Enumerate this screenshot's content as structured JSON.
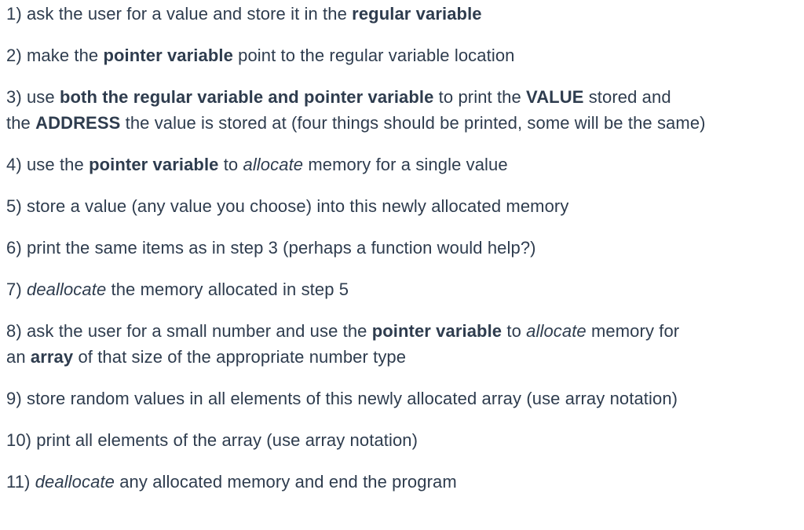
{
  "document": {
    "background_color": "#ffffff",
    "text_color": "#2e3c4e",
    "items": [
      {
        "number": "1",
        "segments": [
          {
            "t": "1) ask the user for a value and store it in the "
          },
          {
            "t": "regular variable",
            "b": true
          }
        ]
      },
      {
        "number": "2",
        "segments": [
          {
            "t": "2) make the "
          },
          {
            "t": "pointer variable",
            "b": true
          },
          {
            "t": " point to the regular variable location"
          }
        ]
      },
      {
        "number": "3",
        "segments": [
          {
            "t": "3) use "
          },
          {
            "t": "both the regular variable and pointer variable",
            "b": true
          },
          {
            "t": " to print the "
          },
          {
            "t": "VALUE",
            "b": true
          },
          {
            "t": " stored and"
          },
          {
            "br": true
          },
          {
            "t": "the "
          },
          {
            "t": "ADDRESS",
            "b": true
          },
          {
            "t": " the value is stored at (four things should be printed, some will be the same)"
          }
        ]
      },
      {
        "number": "4",
        "segments": [
          {
            "t": "4) use the "
          },
          {
            "t": "pointer variable",
            "b": true
          },
          {
            "t": " to "
          },
          {
            "t": "allocate",
            "i": true
          },
          {
            "t": " memory for a single value"
          }
        ]
      },
      {
        "number": "5",
        "segments": [
          {
            "t": "5) store a value (any value you choose) into this newly allocated memory"
          }
        ]
      },
      {
        "number": "6",
        "segments": [
          {
            "t": "6) print the same items as in step 3 (perhaps a function would help?)"
          }
        ]
      },
      {
        "number": "7",
        "segments": [
          {
            "t": "7) "
          },
          {
            "t": "deallocate",
            "i": true
          },
          {
            "t": " the memory allocated in step 5"
          }
        ]
      },
      {
        "number": "8",
        "segments": [
          {
            "t": "8) ask the user for a small number and use the "
          },
          {
            "t": "pointer variable",
            "b": true
          },
          {
            "t": " to "
          },
          {
            "t": "allocate",
            "i": true
          },
          {
            "t": " memory for"
          },
          {
            "br": true
          },
          {
            "t": "an "
          },
          {
            "t": "array",
            "b": true
          },
          {
            "t": " of that size of the appropriate number type"
          }
        ]
      },
      {
        "number": "9",
        "segments": [
          {
            "t": "9) store random values in all elements of this newly allocated array (use array notation)"
          }
        ]
      },
      {
        "number": "10",
        "segments": [
          {
            "t": "10) print all elements of the array (use array notation)"
          }
        ]
      },
      {
        "number": "11",
        "segments": [
          {
            "t": "11) "
          },
          {
            "t": "deallocate",
            "i": true
          },
          {
            "t": " any allocated memory and end the program"
          }
        ]
      }
    ]
  }
}
